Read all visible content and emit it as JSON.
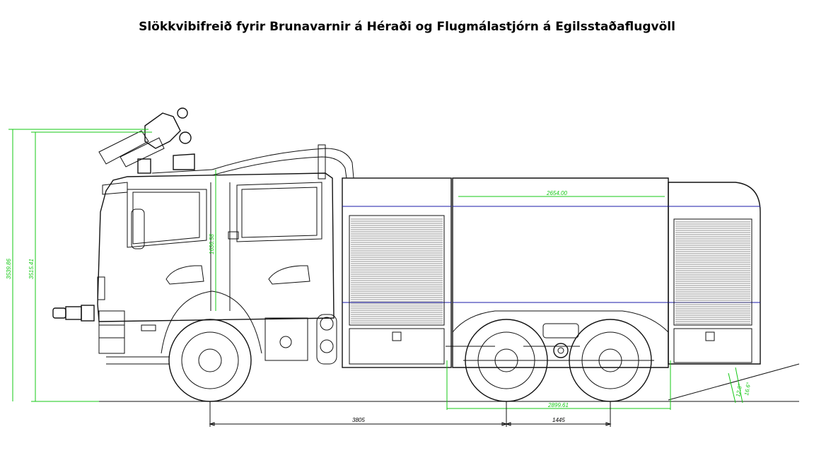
{
  "title": "Slökkvibifreið fyrir Brunavarnir á Héraði og Flugmálastjórn á Egilsstaðaflugvöll",
  "dimensions": {
    "overall_height": "3539.86",
    "cab_height": "3515.41",
    "roof_to_step": "1636.58",
    "body_width_top": "2654.00",
    "rear_overhang": "2899.61",
    "wheelbase_front": "3805",
    "wheelbase_rear": "1445",
    "departure_angle_1": "16.6°",
    "departure_angle_2": "12.8°"
  },
  "colors": {
    "line": "#111111",
    "dimension": "#14c814",
    "trim": "#1a1aa8"
  }
}
